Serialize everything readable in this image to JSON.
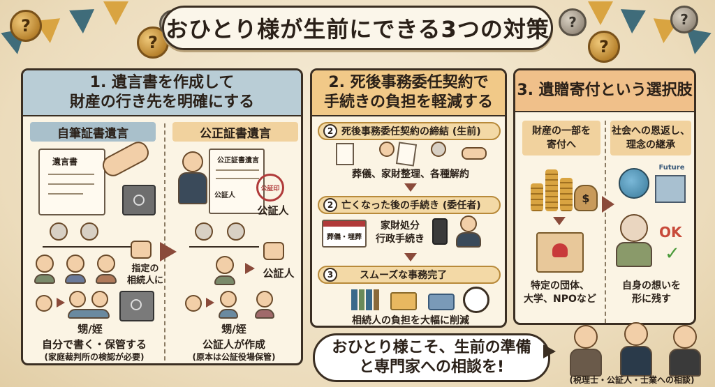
{
  "title": "おひとり様が生前にできる3つの対策",
  "colors": {
    "panel1_header": "#b9cdd6",
    "panel2_header": "#f1c988",
    "panel3_header": "#f0c08a",
    "arrow": "#8a4a3a"
  },
  "decor": {
    "coin_mark": "?"
  },
  "panel1": {
    "heading_line1": "1. 遺言書を作成して",
    "heading_line2": "財産の行き先を明確にする",
    "left": {
      "subhead": "自筆証書遺言",
      "doc_label": "遺言書",
      "designated_line1": "指定の",
      "designated_line2": "相続人に",
      "nephew_label": "甥/姪",
      "caption_line1": "自分で書く・保管する",
      "caption_line2": "(家庭裁判所の検認が必要)"
    },
    "right": {
      "subhead": "公正証書遺言",
      "doc_label": "公正証書遺言",
      "notary_doc_label": "公証人",
      "notary_label": "公証人",
      "seal_text": "公証印",
      "arrow_label": "公証人",
      "nephew_label": "甥/姪",
      "caption_line1": "公証人が作成",
      "caption_line2": "(原本は公証役場保管)"
    }
  },
  "panel2": {
    "heading_line1": "2. 死後事務委任契約で",
    "heading_line2": "手続きの負担を軽減する",
    "step1": {
      "num": "2",
      "label": "死後事務委任契約の締結 (生前)",
      "detail": "葬儀、家財整理、各種解約"
    },
    "step2": {
      "num": "2",
      "label": "亡くなった後の手続き (委任者)",
      "calendar_label": "葬儀・埋葬",
      "detail_line1": "家財処分",
      "detail_line2": "行政手続き"
    },
    "step3": {
      "num": "3",
      "label": "スムーズな事務完了",
      "detail": "相続人の負担を大幅に削減"
    }
  },
  "panel3": {
    "heading": "3. 遺贈寄付という選択肢",
    "left": {
      "subhead_line1": "財産の一部を",
      "subhead_line2": "寄付へ",
      "coin_symbol": "$",
      "caption_line1": "特定の団体、",
      "caption_line2": "大学、NPOなど"
    },
    "right": {
      "subhead_line1": "社会への恩返し、",
      "subhead_line2": "理念の継承",
      "future_label": "Future",
      "ok_label": "OK",
      "caption_line1": "自身の想いを",
      "caption_line2": "形に残す"
    }
  },
  "bubble": {
    "line1": "おひとり様こそ、生前の準備",
    "line2": "と専門家への相談を!"
  },
  "experts_caption": "(税理士・公証人・士業への相談)"
}
